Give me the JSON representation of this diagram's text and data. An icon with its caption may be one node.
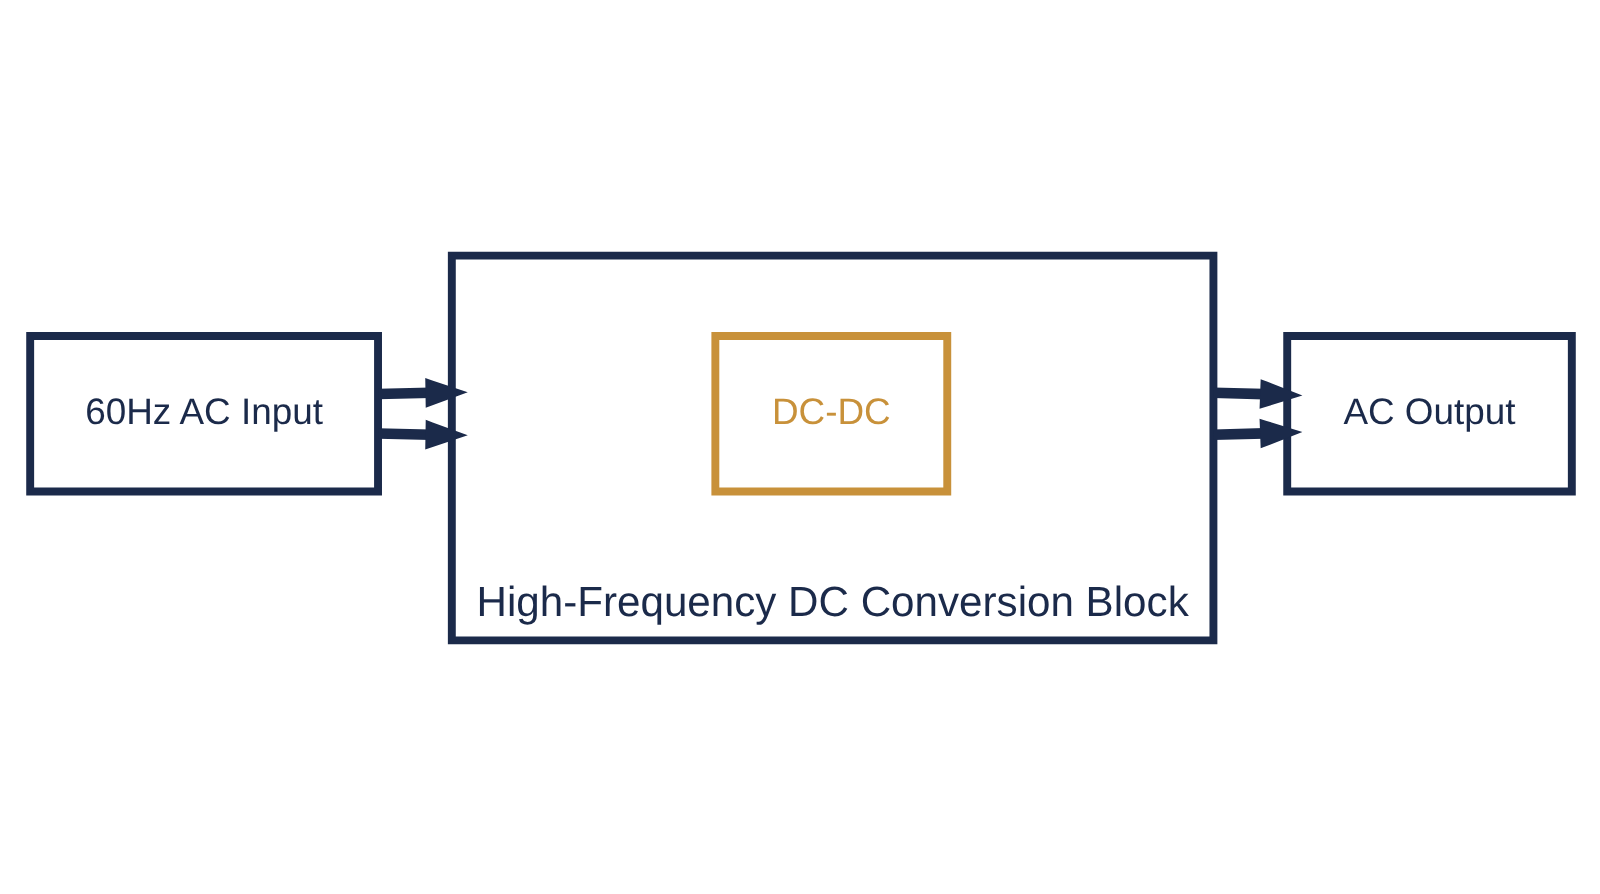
{
  "diagram": {
    "nodes": [
      {
        "text": [
          "60Hz AC Input"
        ]
      },
      {
        "text": [
          "High-Frequency DC Conversion Block"
        ]
      },
      {
        "text": [
          "DC-DC"
        ],
        "in": 1
      },
      {
        "text": [
          "AC Output"
        ]
      }
    ],
    "edges": [
      {
        "from": 0,
        "to": 1,
        "arrow": "to"
      },
      {
        "from": 0,
        "to": 1,
        "arrow": "to"
      },
      {
        "from": 1,
        "to": 3,
        "arrow": "to"
      },
      {
        "from": 1,
        "to": 3,
        "arrow": "to"
      }
    ]
  }
}
